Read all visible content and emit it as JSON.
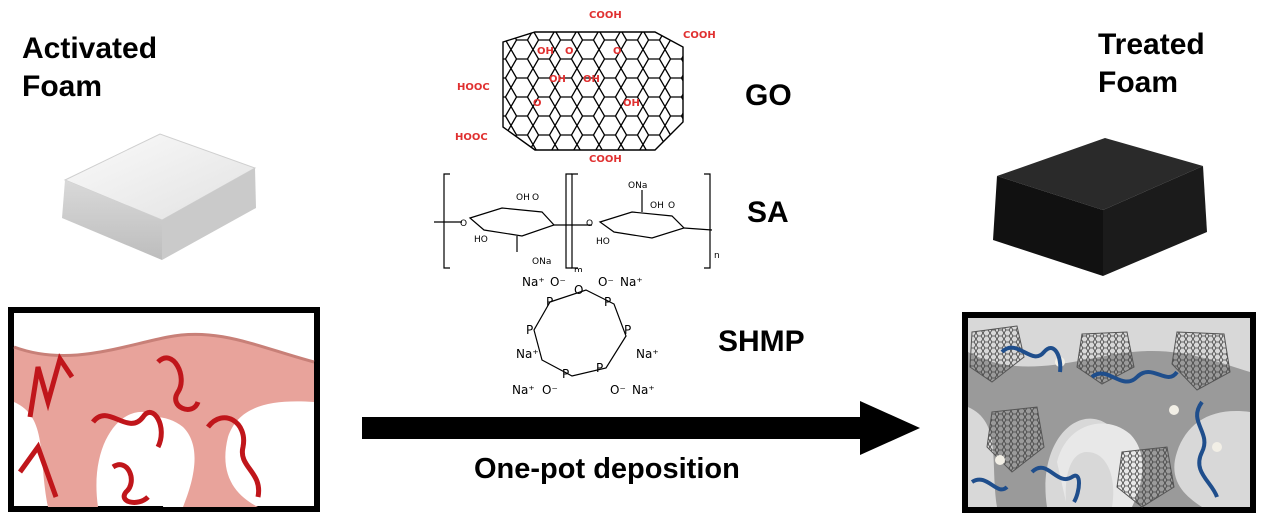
{
  "left": {
    "title_line1": "Activated",
    "title_line2": "Foam"
  },
  "right": {
    "title_line1": "Treated",
    "title_line2": "Foam"
  },
  "center": {
    "go_label": "GO",
    "sa_label": "SA",
    "shmp_label": "SHMP",
    "process_label": "One-pot deposition",
    "go_groups": {
      "cooh": "COOH",
      "hooc": "HOOC",
      "oh": "OH",
      "o": "O"
    },
    "sa_groups": {
      "ona": "ONa",
      "ho": "HO",
      "oh": "OH",
      "o": "O",
      "m": "m",
      "n": "n"
    },
    "shmp_groups": {
      "na_plus": "Na⁺",
      "o_minus": "O⁻",
      "p": "P",
      "o": "O"
    }
  },
  "colors": {
    "go_red": "#e03030",
    "foam_pink": "#e8a39b",
    "foam_strand": "#c0161b",
    "treated_strand": "#1f4e8c",
    "treated_grey": "#9a9a9a"
  }
}
